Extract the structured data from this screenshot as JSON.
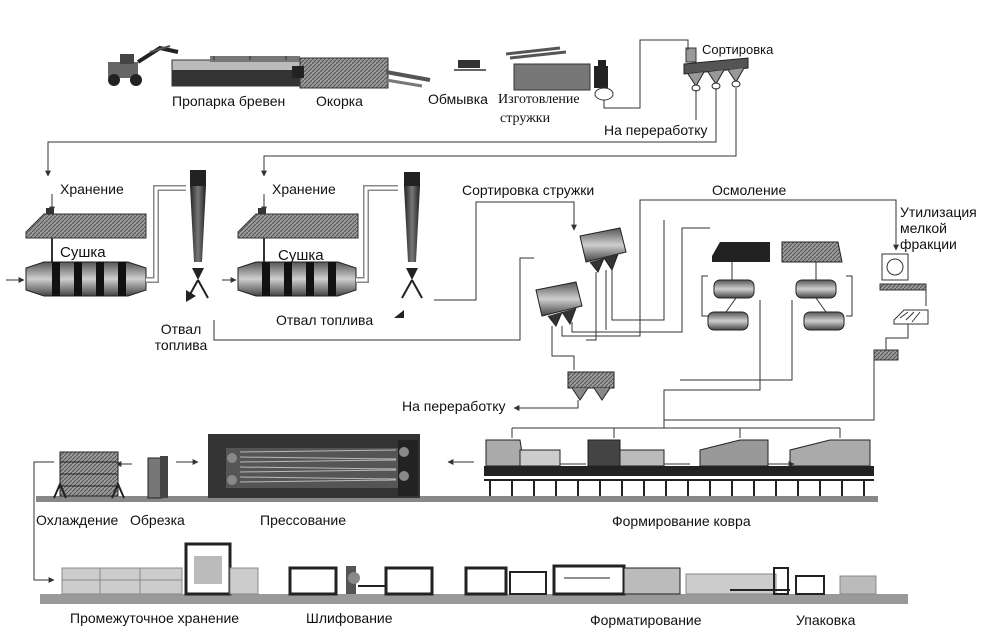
{
  "labels": {
    "steaming": "Пропарка бревен",
    "debarking": "Окорка",
    "washing": "Обмывка",
    "chip_making_1": "Изготовление",
    "chip_making_2": "стружки",
    "sorting": "Сортировка",
    "to_processing_top": "На переработку",
    "storage_1": "Хранение",
    "drying_1": "Сушка",
    "storage_2": "Хранение",
    "drying_2": "Сушка",
    "fuel_dump_1a": "Отвал",
    "fuel_dump_1b": "топлива",
    "fuel_dump_2": "Отвал топлива",
    "chip_sorting": "Сортировка стружки",
    "resining": "Осмоление",
    "fines_1": "Утилизация",
    "fines_2": "мелкой",
    "fines_3": "фракции",
    "to_processing_mid": "На переработку",
    "cooling": "Охлаждение",
    "trimming": "Обрезка",
    "pressing": "Прессование",
    "mat_forming": "Формирование ковра",
    "intermediate_storage": "Промежуточное хранение",
    "sanding": "Шлифование",
    "sizing": "Форматирование",
    "packing": "Упаковка"
  },
  "colors": {
    "ink": "#1a1a1a",
    "dark": "#2b2b2b",
    "mid": "#6e6e6e",
    "light": "#bdbdbd",
    "pale": "#dcdcdc",
    "line": "#444444"
  }
}
